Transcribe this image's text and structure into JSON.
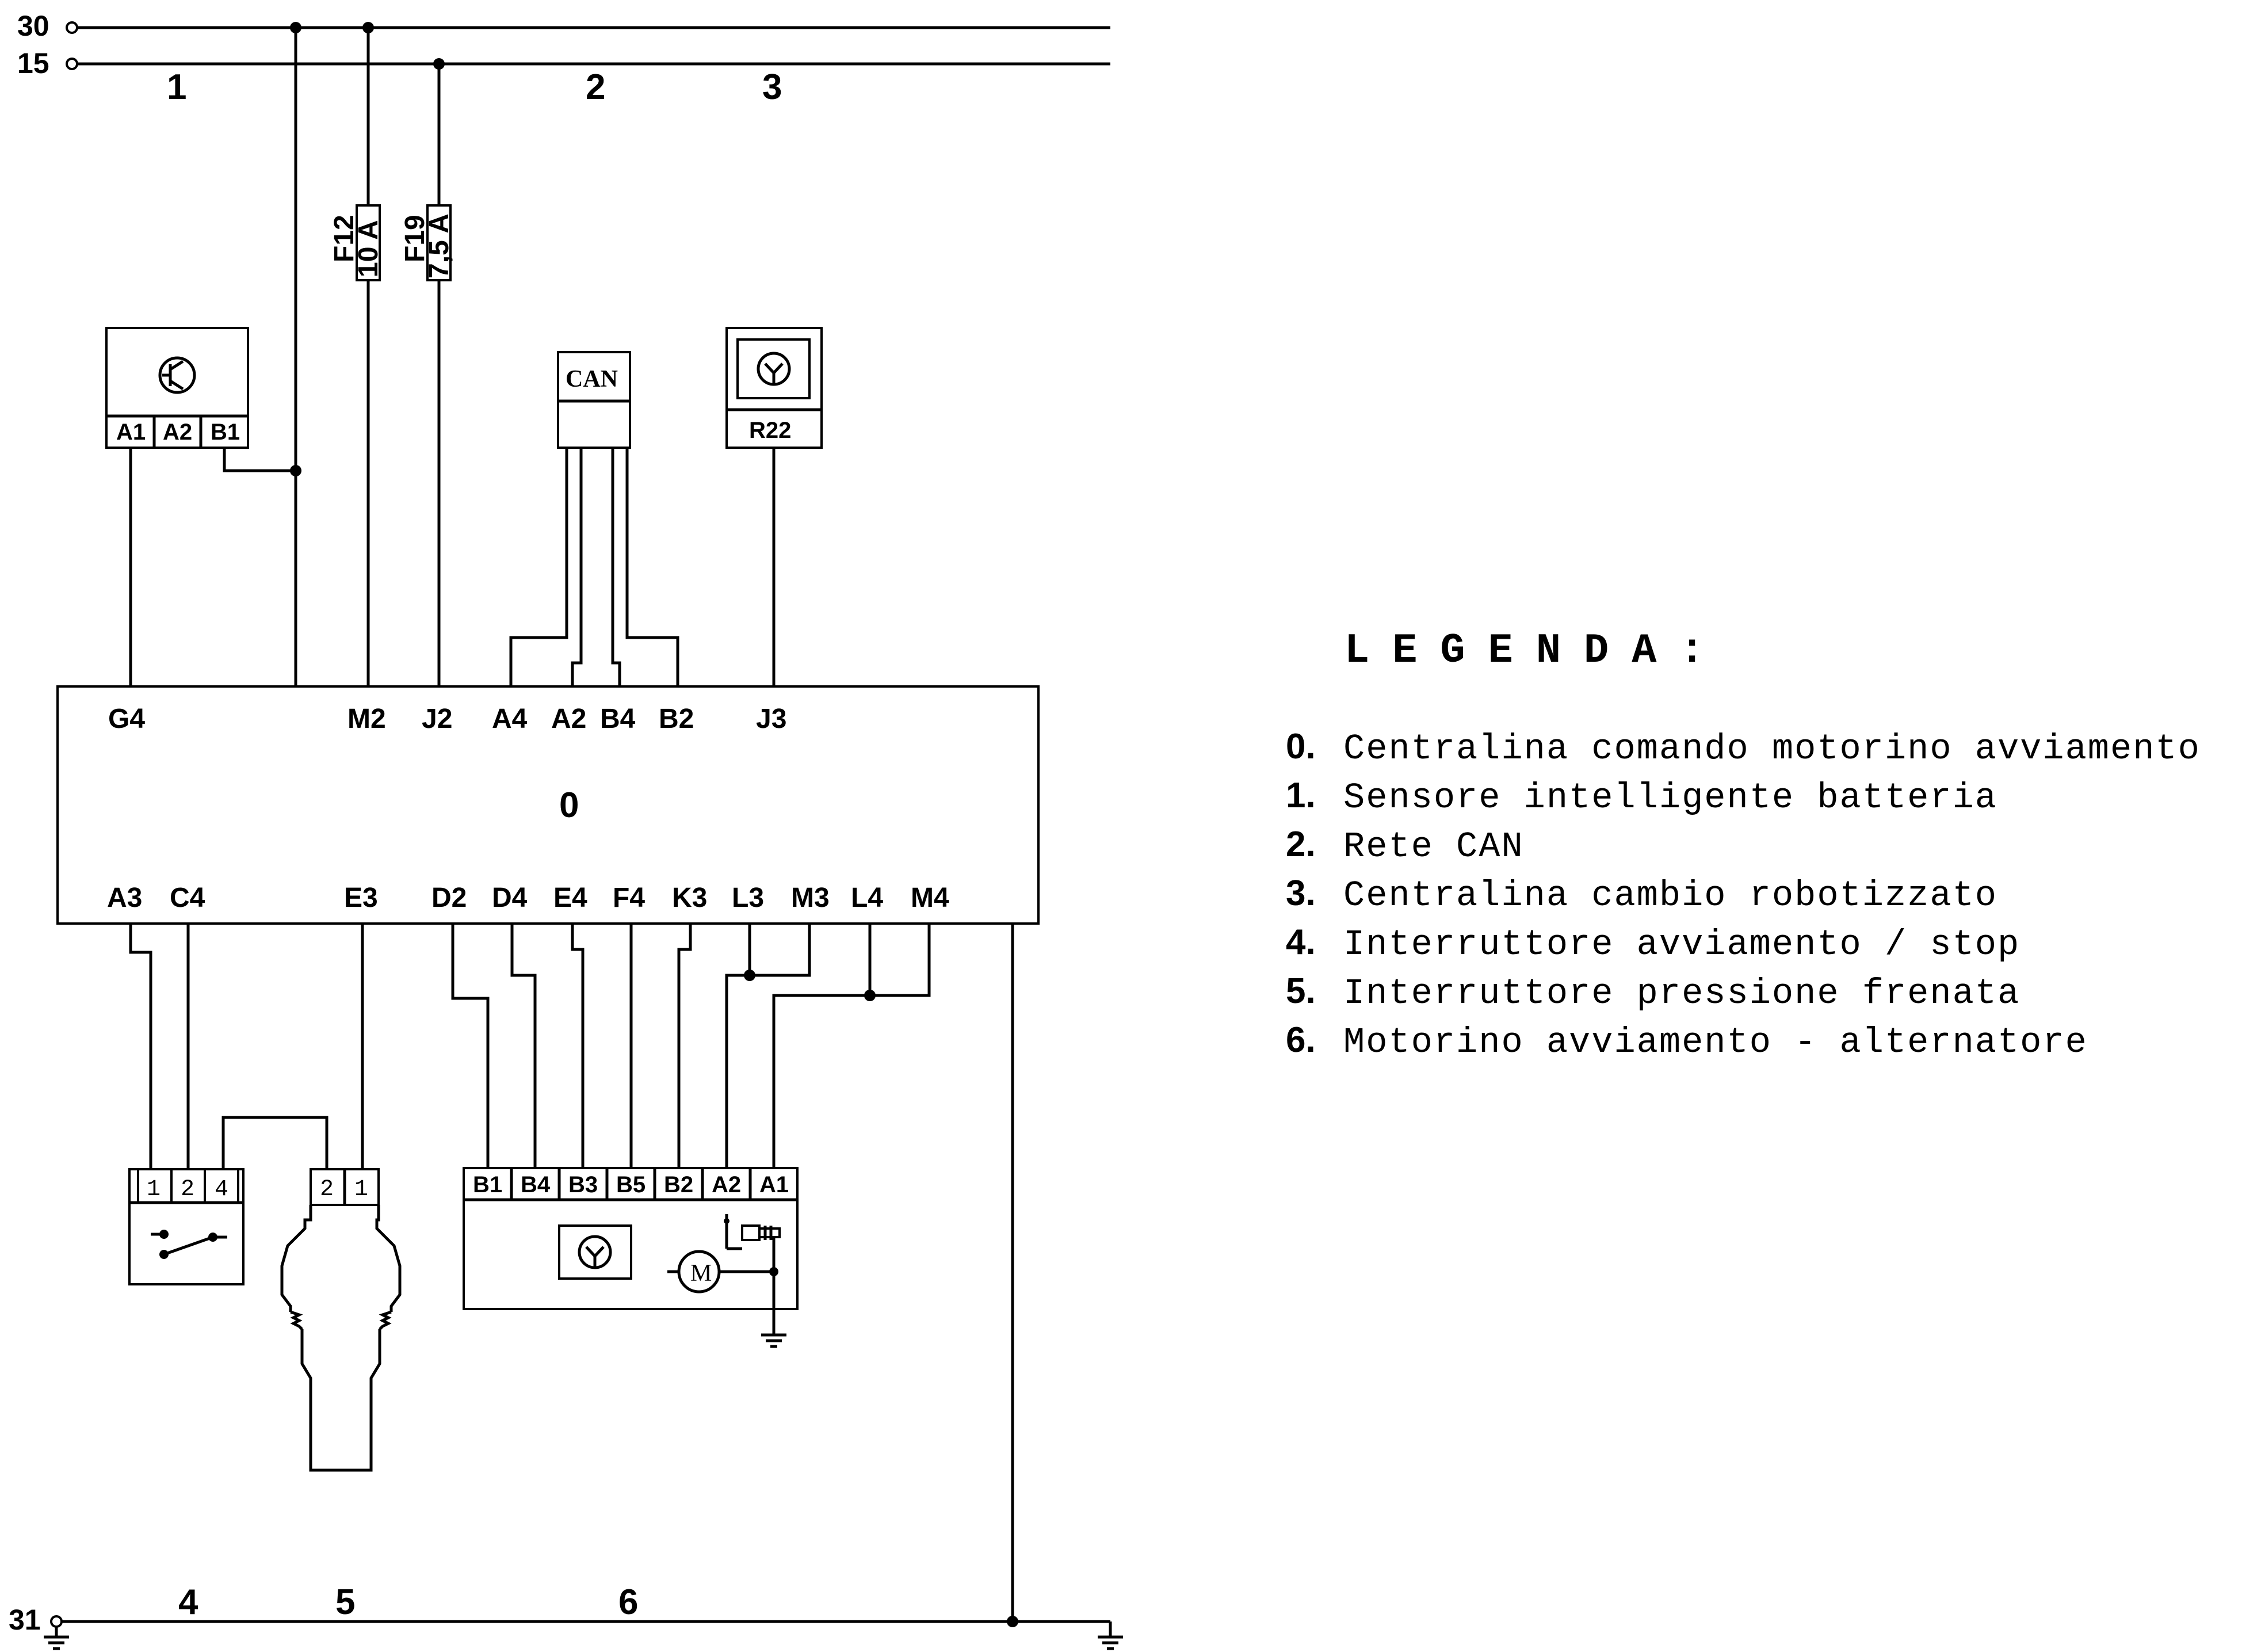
{
  "rails": {
    "r30": "30",
    "r15": "15",
    "r31": "31"
  },
  "zones": {
    "z1": "1",
    "z2": "2",
    "z3": "3",
    "z4": "4",
    "z5": "5",
    "z6": "6"
  },
  "fuses": {
    "f12": {
      "name": "F12",
      "rating": "10 A"
    },
    "f19": {
      "name": "F19",
      "rating": "7,5 A"
    }
  },
  "sensor_pins": [
    "A1",
    "A2",
    "B1"
  ],
  "can_label": "CAN",
  "r22_label": "R22",
  "ecu": {
    "number": "0",
    "top_pins": [
      "G4",
      "M2",
      "J2",
      "A4",
      "A2",
      "B4",
      "B2",
      "J3"
    ],
    "bottom_pins": [
      "A3",
      "C4",
      "E3",
      "D2",
      "D4",
      "E4",
      "F4",
      "K3",
      "L3",
      "M3",
      "L4",
      "M4"
    ]
  },
  "switch_pins": [
    "1",
    "2",
    "4"
  ],
  "pressure_pins": [
    "2",
    "1"
  ],
  "starter_pins": [
    "B1",
    "B4",
    "B3",
    "B5",
    "B2",
    "A2",
    "A1"
  ],
  "motor_label": "M",
  "legend": {
    "title": "LEGENDA:",
    "items": [
      {
        "num": "0.",
        "text": "Centralina comando motorino avviamento"
      },
      {
        "num": "1.",
        "text": "Sensore intelligente batteria"
      },
      {
        "num": "2.",
        "text": "Rete CAN"
      },
      {
        "num": "3.",
        "text": "Centralina cambio robotizzato"
      },
      {
        "num": "4.",
        "text": "Interruttore avviamento / stop"
      },
      {
        "num": "5.",
        "text": "Interruttore pressione frenata"
      },
      {
        "num": "6.",
        "text": "Motorino avviamento - alternatore"
      }
    ]
  }
}
